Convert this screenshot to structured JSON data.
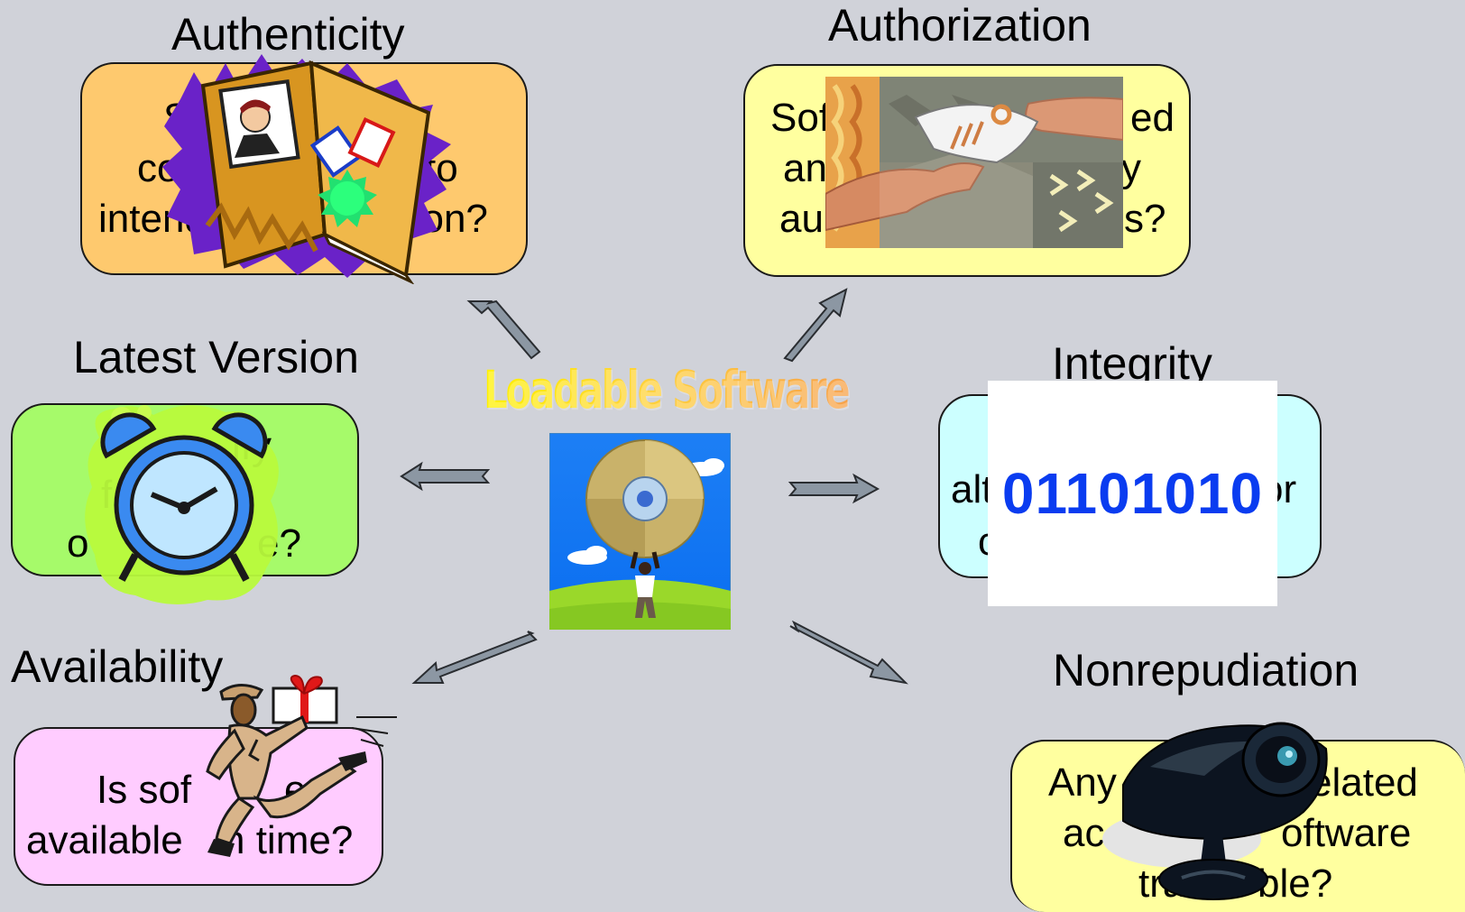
{
  "center": {
    "title": "Loadable Software"
  },
  "nodes": {
    "authenticity": {
      "heading": "Authenticity",
      "lines": [
        "So",
        "co",
        "to",
        "intend",
        "ation?"
      ],
      "fill": "#fec96e"
    },
    "authorization": {
      "heading": "Authorization",
      "lines": [
        "Sof",
        "ed",
        "an",
        "y",
        "au",
        "s?"
      ],
      "fill": "#ffff9f"
    },
    "latest_version": {
      "heading": "Latest Version",
      "lines": [
        "ify",
        "f",
        "o",
        "e?"
      ],
      "fill": "#a6fa6a"
    },
    "integrity": {
      "heading": "Integrity",
      "lines": [
        "alt",
        "or",
        "c"
      ],
      "binary": "01101010",
      "fill": "#ccffff"
    },
    "availability": {
      "heading": "Availability",
      "lines": [
        "Is sof",
        "e",
        "available",
        "n time?"
      ],
      "fill": "#ffccff"
    },
    "nonrepudiation": {
      "heading": "Nonrepudiation",
      "lines": [
        "Any",
        "elated",
        "ac",
        "oftware",
        "tra",
        "ble?"
      ],
      "fill": "#ffff9f"
    }
  },
  "icons": [
    "passport-book-icon",
    "handshake-collage-icon",
    "alarm-clock-icon",
    "cd-disc-person-icon",
    "binary-code-icon",
    "delivery-courier-icon",
    "webcam-icon"
  ]
}
